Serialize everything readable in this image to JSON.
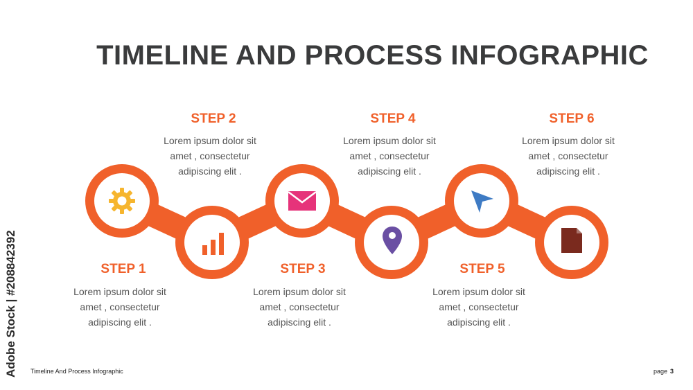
{
  "title": "TIMELINE AND PROCESS INFOGRAPHIC",
  "colors": {
    "accent": "#f0602a",
    "text": "#555555",
    "title": "#3a3b3c"
  },
  "steps": [
    {
      "label": "STEP 1",
      "line1": "Lorem ipsum dolor sit",
      "line2": "amet , consectetur",
      "line3": "adipiscing  elit .",
      "icon": "gear-icon",
      "icon_color": "#f6b52e"
    },
    {
      "label": "STEP 2",
      "line1": "Lorem ipsum dolor sit",
      "line2": "amet , consectetur",
      "line3": "adipiscing  elit .",
      "icon": "bar-chart-icon",
      "icon_color": "#f0602a"
    },
    {
      "label": "STEP 3",
      "line1": "Lorem ipsum dolor sit",
      "line2": "amet , consectetur",
      "line3": "adipiscing  elit .",
      "icon": "mail-icon",
      "icon_color": "#e6337a"
    },
    {
      "label": "STEP 4",
      "line1": "Lorem ipsum dolor sit",
      "line2": "amet , consectetur",
      "line3": "adipiscing  elit .",
      "icon": "location-pin-icon",
      "icon_color": "#6a4fa3"
    },
    {
      "label": "STEP 5",
      "line1": "Lorem ipsum dolor sit",
      "line2": "amet , consectetur",
      "line3": "adipiscing  elit .",
      "icon": "send-arrow-icon",
      "icon_color": "#3e7bc4"
    },
    {
      "label": "STEP 6",
      "line1": "Lorem ipsum dolor sit",
      "line2": "amet , consectetur",
      "line3": "adipiscing  elit .",
      "icon": "document-icon",
      "icon_color": "#7a2a1e"
    }
  ],
  "watermark": "Adobe Stock | #208842392",
  "footer": {
    "left": "Timeline And Process Infographic",
    "page_label": "page",
    "page_number": "3"
  }
}
